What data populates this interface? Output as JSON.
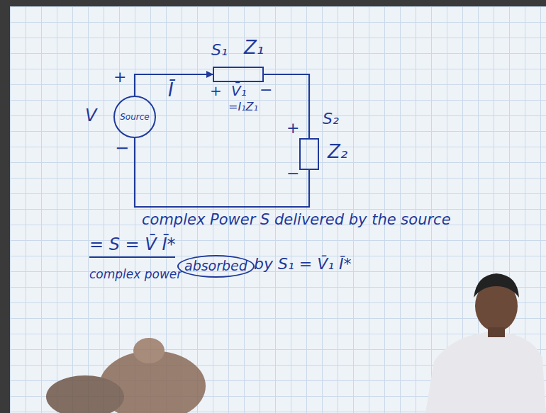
{
  "diagram": {
    "nodes": [
      {
        "text": [
          "Source"
        ]
      },
      {
        "text": [
          "Z₁"
        ]
      },
      {
        "text": [
          "Z₂"
        ]
      }
    ],
    "edges": [
      {
        "from": 0,
        "to": 1,
        "arrow": "to",
        "label": "Ī"
      },
      {
        "from": 1,
        "to": 2,
        "arrow": "none"
      },
      {
        "from": 2,
        "to": 0,
        "arrow": "none"
      }
    ],
    "labels": [
      "S₁",
      "+",
      "V",
      "−",
      "+",
      "V̄₁",
      "−",
      "=I₁Z₁",
      "S₂",
      "+",
      "−",
      "complex Power S delivered by the source",
      "= S = V̄ Ī*",
      "complex power",
      "absorbed",
      "by S₁ = V̄₁ Ī*"
    ]
  }
}
